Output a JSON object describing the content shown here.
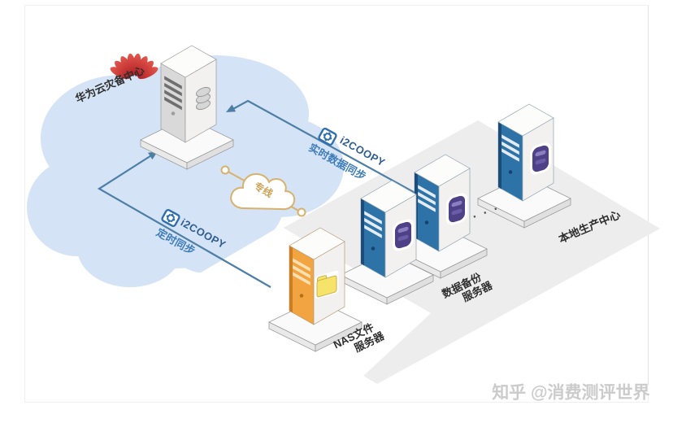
{
  "cloud_dc": {
    "label": "华为云灾备中心"
  },
  "production_dc": {
    "label": "本地生产中心"
  },
  "servers": {
    "nas": {
      "label": [
        "NAS文件",
        "服务器"
      ]
    },
    "backup": {
      "label": [
        "数据备份",
        "服务器"
      ]
    }
  },
  "links": {
    "realtime": {
      "product": "i2COOPY",
      "label": "实时数据同步"
    },
    "scheduled": {
      "product": "i2COOPY",
      "label": "定时同步"
    }
  },
  "network": {
    "label": "专线"
  },
  "ellipsis": "· · ·",
  "watermark": "知乎 @消费测评世界",
  "colors": {
    "cloud_blue": "#d4e3f6",
    "floor_gray": "#ededed",
    "line_blue": "#4d7fa6",
    "gold": "#d8b26c",
    "huawei_red_dark": "#b01f24",
    "huawei_red_light": "#e4574d",
    "logo_blue": "#2f6fad",
    "blue_face": "#2e73a8",
    "blue_edge": "#1c4c7a",
    "blue_vent": "#e4ecf2",
    "orange_face": "#f2a440",
    "orange_edge": "#cc7f22",
    "orange_vent": "#fbe0b4",
    "gray_face": "#d9d9d9",
    "gray_vent": "#6f6f6f",
    "side_white": "#f2f1ef",
    "top_white": "#fcfcfb",
    "purple_icon": "#4e4187",
    "purple_stripe": "#8b7fc0",
    "folder_yellow": "#f6e36a",
    "folder_stroke": "#cdb04a",
    "platform_top": "#fafafa",
    "platform_stroke": "#9c9c9c"
  }
}
